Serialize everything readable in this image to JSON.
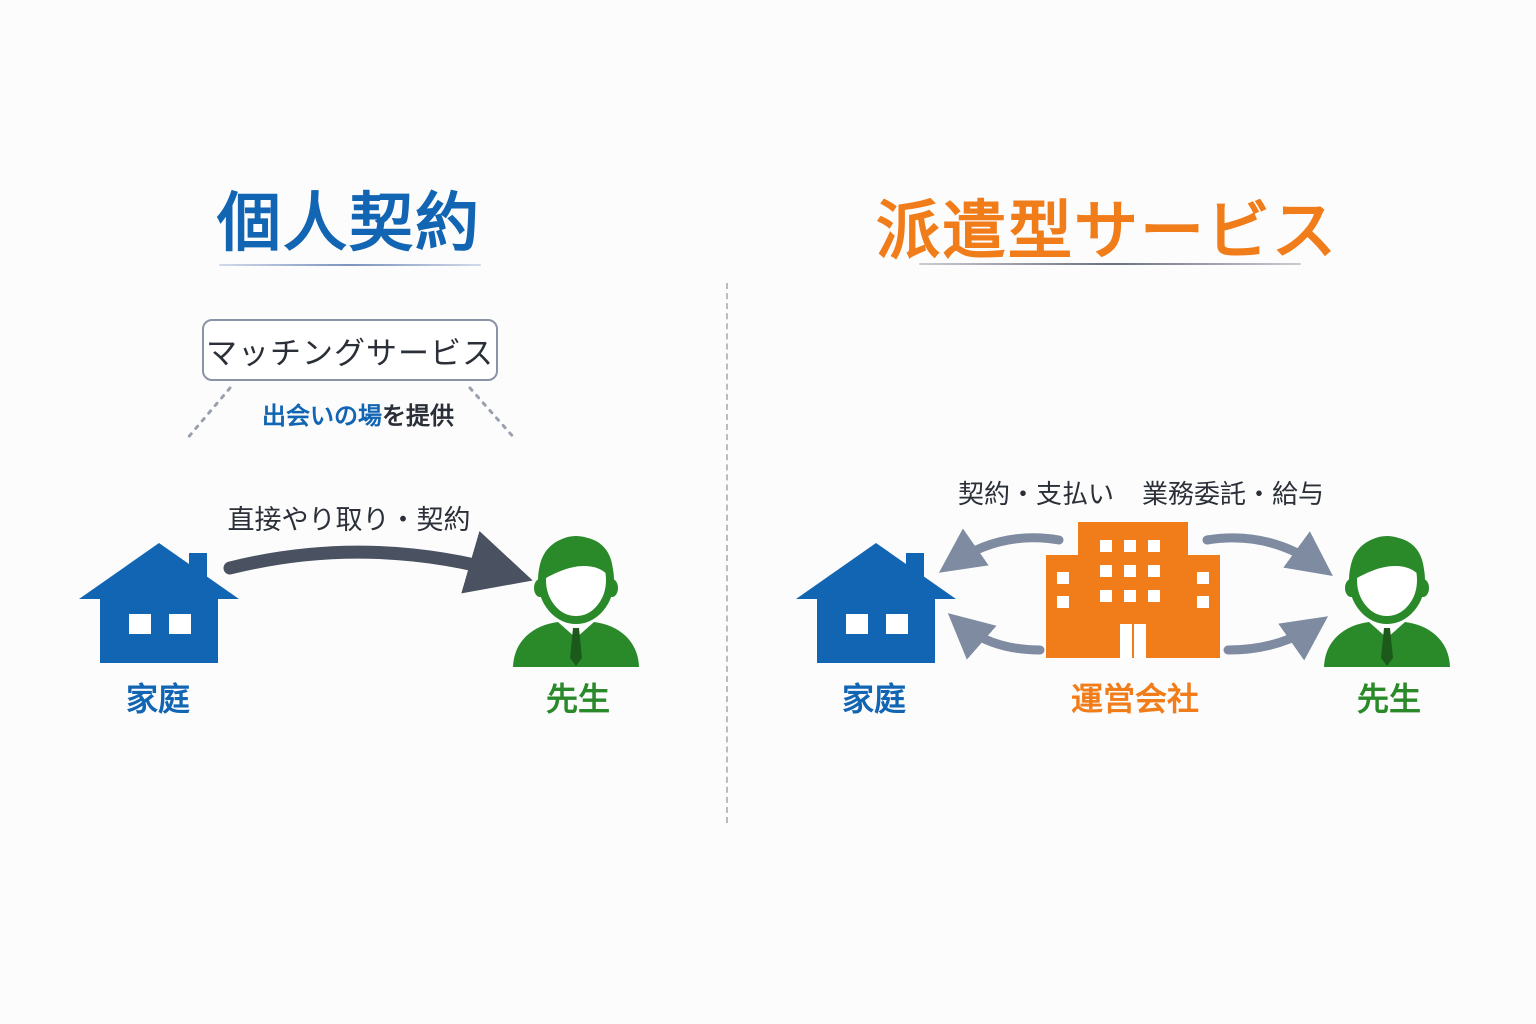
{
  "left": {
    "title": "個人契約",
    "matching_box": "マッチングサービス",
    "matching_sub_highlight": "出会いの場",
    "matching_sub_rest": "を提供",
    "flow_label": "直接やり取り・契約",
    "home_label": "家庭",
    "teacher_label": "先生"
  },
  "right": {
    "title": "派遣型サービス",
    "contract_label": "契約・支払い",
    "outsource_label": "業務委託・給与",
    "home_label": "家庭",
    "company_label": "運営会社",
    "teacher_label": "先生"
  },
  "colors": {
    "family_blue": "#1265b3",
    "teacher_green": "#2a8a2a",
    "company_orange": "#f07c1a",
    "direct_arrow": "#4a5160",
    "service_arrow": "#7f8ba0"
  },
  "icons": [
    "house-icon",
    "teacher-icon",
    "building-icon"
  ]
}
